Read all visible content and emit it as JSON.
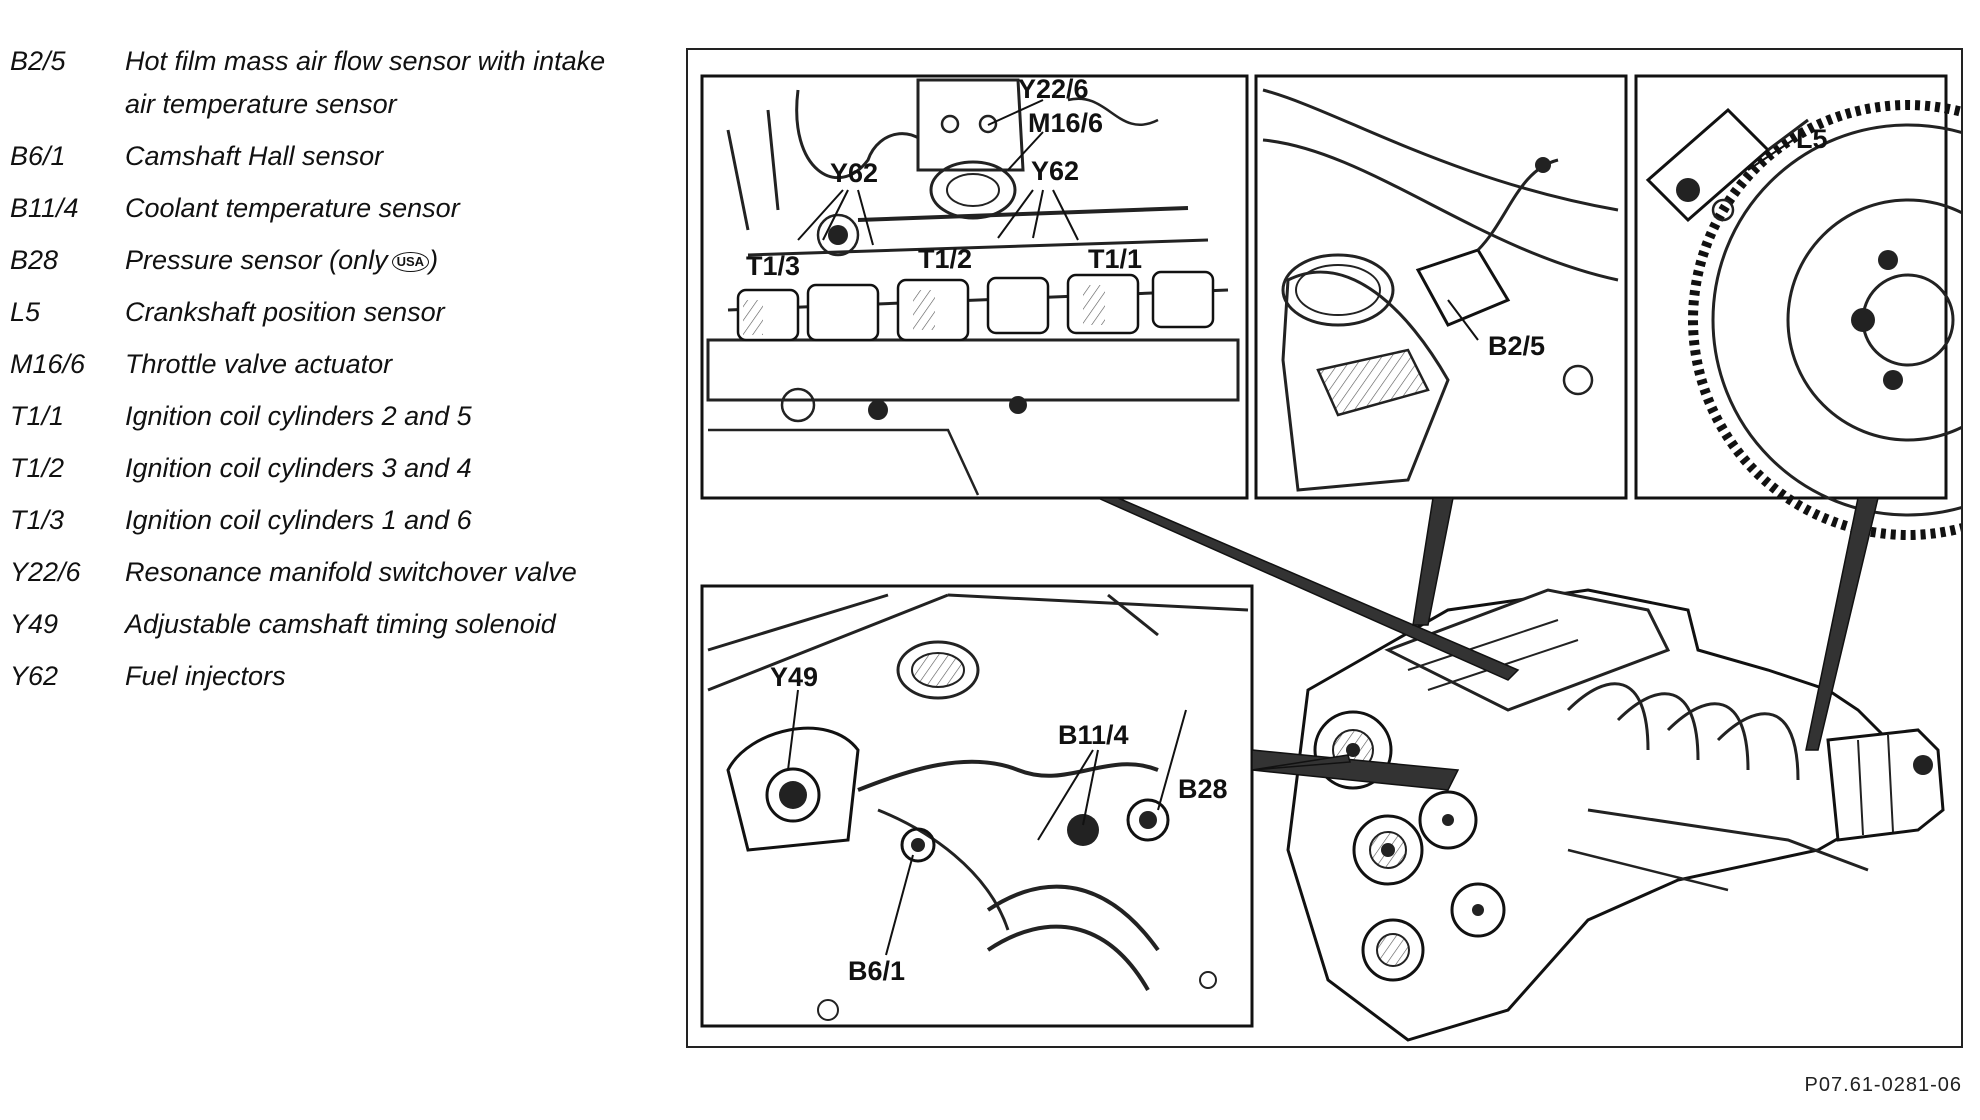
{
  "legend": {
    "items": [
      {
        "code": "B2/5",
        "desc": "Hot film mass air flow sensor with intake air temperature sensor"
      },
      {
        "code": "B6/1",
        "desc": "Camshaft Hall sensor"
      },
      {
        "code": "B11/4",
        "desc": "Coolant temperature sensor"
      },
      {
        "code": "B28",
        "desc": "Pressure sensor (only",
        "badge": "USA",
        "suffix": ")"
      },
      {
        "code": "L5",
        "desc": "Crankshaft position sensor"
      },
      {
        "code": "M16/6",
        "desc": "Throttle valve actuator"
      },
      {
        "code": "T1/1",
        "desc": "Ignition coil cylinders 2 and 5"
      },
      {
        "code": "T1/2",
        "desc": "Ignition coil cylinders 3 and 4"
      },
      {
        "code": "T1/3",
        "desc": "Ignition coil cylinders 1 and 6"
      },
      {
        "code": "Y22/6",
        "desc": "Resonance manifold switchover valve"
      },
      {
        "code": "Y49",
        "desc": "Adjustable camshaft timing solenoid"
      },
      {
        "code": "Y62",
        "desc": "Fuel injectors"
      }
    ]
  },
  "callouts": {
    "y22_6": "Y22/6",
    "m16_6": "M16/6",
    "y62_a": "Y62",
    "y62_b": "Y62",
    "t1_3": "T1/3",
    "t1_2": "T1/2",
    "t1_1": "T1/1",
    "b2_5": "B2/5",
    "l5": "L5",
    "y49": "Y49",
    "b11_4": "B11/4",
    "b28": "B28",
    "b6_1": "B6/1"
  },
  "figure_code": "P07.61-0281-06"
}
